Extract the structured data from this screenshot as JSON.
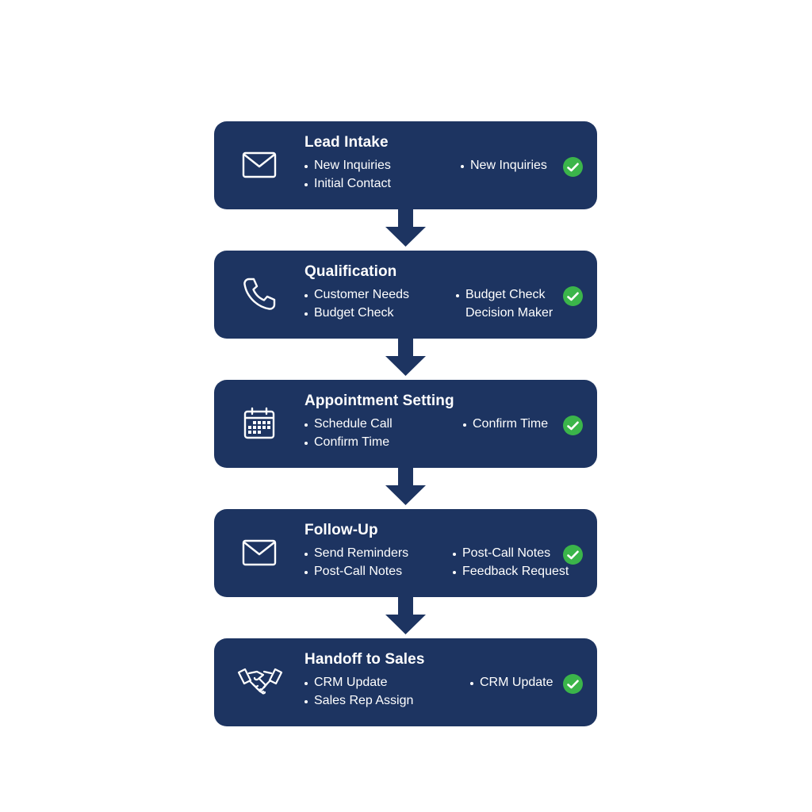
{
  "colors": {
    "box_fill": "#1d3461",
    "arrow_fill": "#1d3461",
    "check_fill": "#3bb54a",
    "text": "#ffffff"
  },
  "steps": [
    {
      "icon": "envelope-icon",
      "title": "Lead Intake",
      "items": [
        "New Inquiries",
        "Initial Contact"
      ],
      "right_items": [
        "New Inquiries"
      ],
      "checked": true
    },
    {
      "icon": "phone-icon",
      "title": "Qualification",
      "items": [
        "Customer Needs",
        "Budget Check"
      ],
      "right_items": [
        "Budget Check",
        "Decision Maker"
      ],
      "checked": true
    },
    {
      "icon": "calendar-icon",
      "title": "Appointment Setting",
      "items": [
        "Schedule Call",
        "Confirm Time"
      ],
      "right_items": [
        "Confirm Time"
      ],
      "checked": true
    },
    {
      "icon": "envelope-icon",
      "title": "Follow-Up",
      "items": [
        "Send Reminders",
        "Post-Call Notes"
      ],
      "right_items": [
        "Post-Call Notes",
        "Feedback Request"
      ],
      "checked": true
    },
    {
      "icon": "handshake-icon",
      "title": "Handoff to Sales",
      "items": [
        "CRM Update",
        "Sales Rep Assign"
      ],
      "right_items": [
        "CRM Update"
      ],
      "checked": true
    }
  ]
}
